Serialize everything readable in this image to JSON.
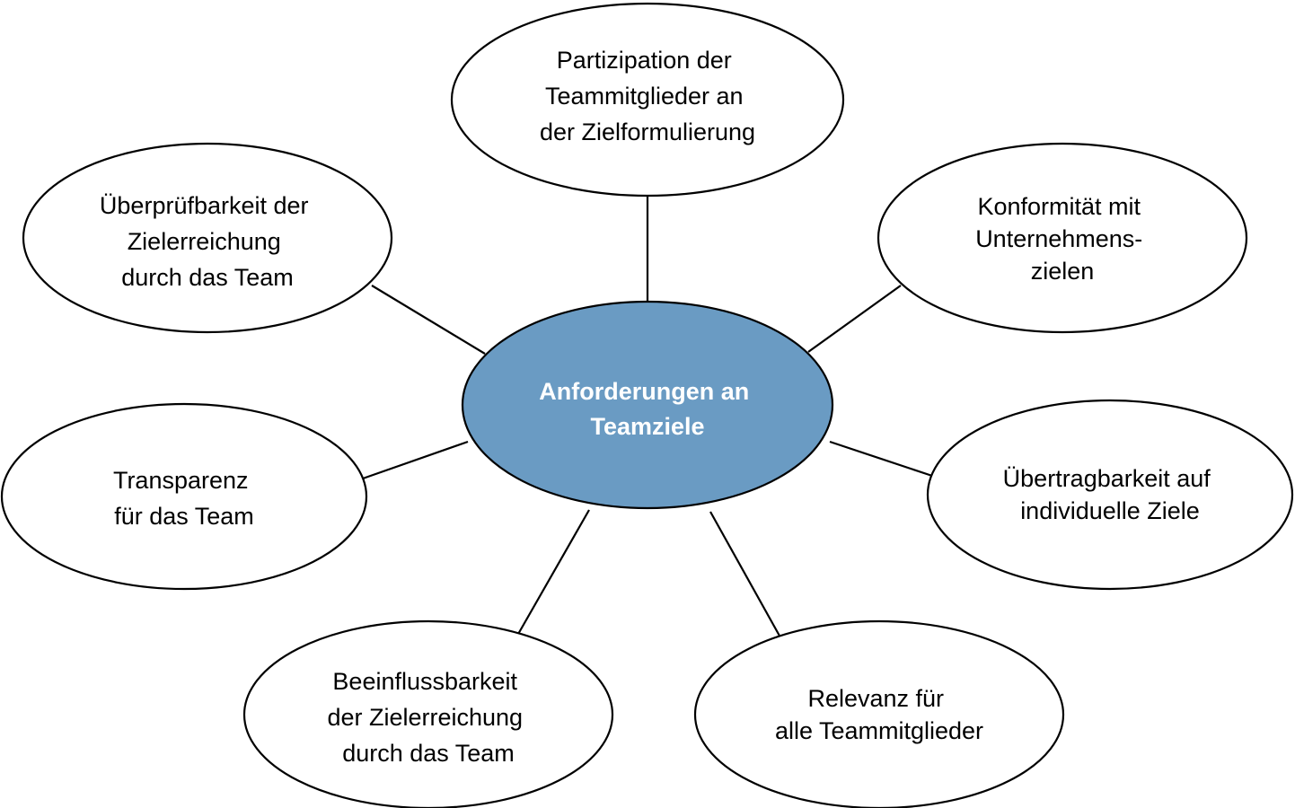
{
  "center": {
    "lines": [
      "Anforderungen an",
      "Teamziele"
    ],
    "fill_color": "#6a9bc3",
    "text_color": "#ffffff"
  },
  "nodes": [
    {
      "id": "partizipation",
      "lines": [
        "Partizipation der",
        "Teammitglieder an",
        "der Zielformulierung"
      ]
    },
    {
      "id": "konformitaet",
      "lines": [
        "Konformität mit",
        "Unternehmens-",
        "zielen"
      ]
    },
    {
      "id": "uebertragbarkeit",
      "lines": [
        "Übertragbarkeit auf",
        "individuelle Ziele"
      ]
    },
    {
      "id": "relevanz",
      "lines": [
        "Relevanz für",
        "alle Teammitglieder"
      ]
    },
    {
      "id": "beeinflussbarkeit",
      "lines": [
        "Beeinflussbarkeit",
        "der Zielerreichung",
        "durch das Team"
      ]
    },
    {
      "id": "transparenz",
      "lines": [
        "Transparenz",
        "für das Team"
      ]
    },
    {
      "id": "ueberpruefbarkeit",
      "lines": [
        "Überprüfbarkeit der",
        "Zielerreichung",
        "durch das Team"
      ]
    }
  ],
  "colors": {
    "line": "#000000",
    "node_fill": "#ffffff"
  }
}
